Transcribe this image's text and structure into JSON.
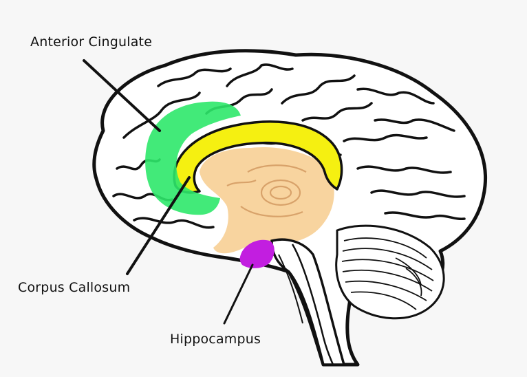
{
  "labels": {
    "anterior_cingulate": "Anterior Cingulate",
    "corpus_callosum": "Corpus Callosum",
    "hippocampus": "Hippocampus"
  },
  "colors": {
    "background": "#f7f7f7",
    "outline": "#111111",
    "anterior_cingulate": "#2ee86a",
    "corpus_callosum": "#f5f011",
    "hippocampus": "#c21ee0",
    "thalamus_region": "#f8d29a"
  }
}
